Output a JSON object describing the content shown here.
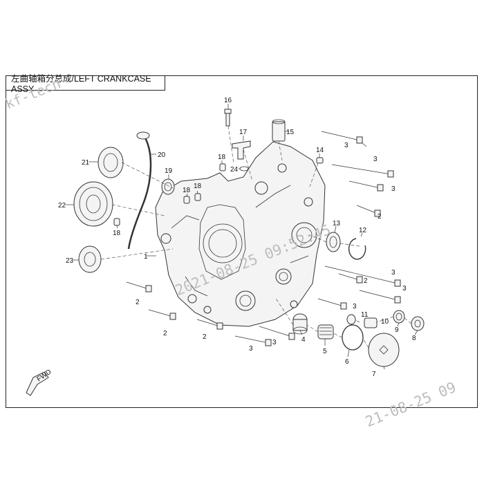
{
  "diagram": {
    "title": "左曲轴箱分总成/LEFT CRANKCASE ASSY",
    "fwd_label": "FWD",
    "callouts": [
      "1",
      "2",
      "2",
      "2",
      "2",
      "2",
      "3",
      "3",
      "3",
      "3",
      "3",
      "3",
      "3",
      "3",
      "4",
      "5",
      "6",
      "7",
      "8",
      "9",
      "10",
      "11",
      "12",
      "13",
      "14",
      "15",
      "16",
      "17",
      "18",
      "18",
      "18",
      "19",
      "20",
      "21",
      "22",
      "23",
      "24"
    ],
    "watermarks": [
      "kf-tech",
      "2021-08-25 09:52:45",
      "21-08-25 09"
    ]
  }
}
